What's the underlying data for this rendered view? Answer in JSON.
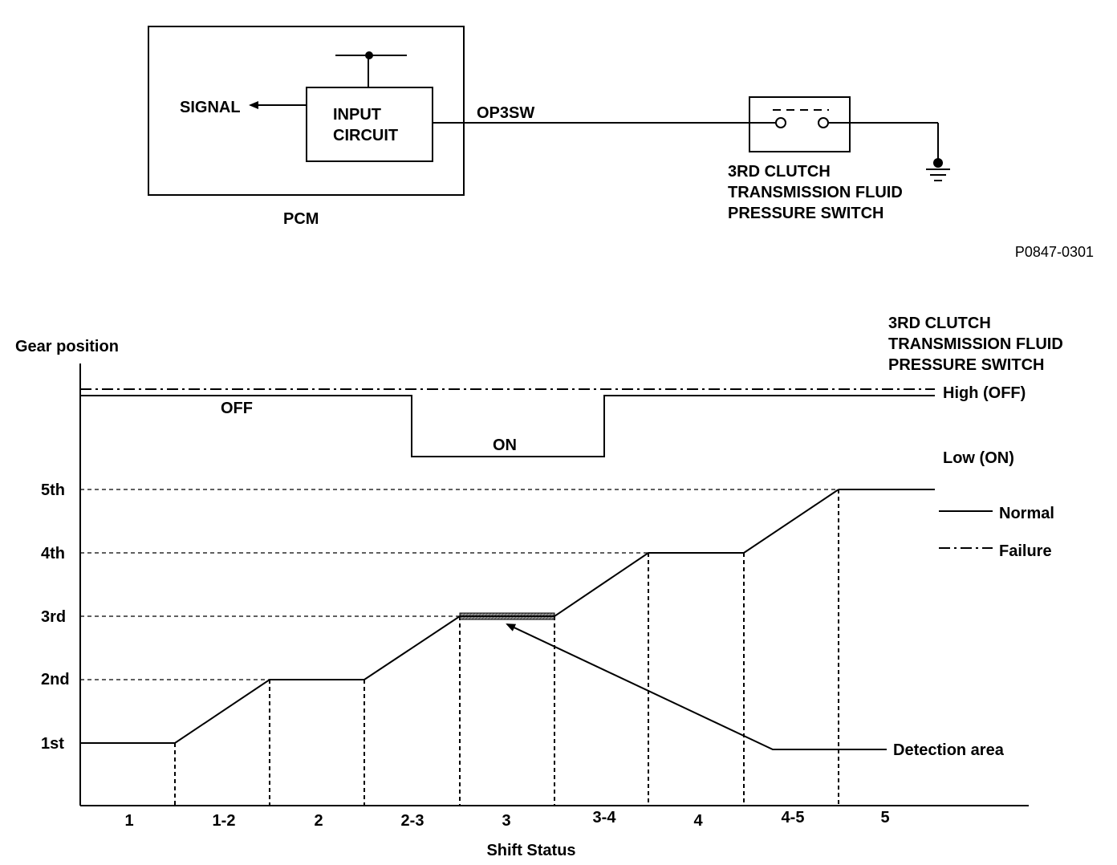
{
  "circuit": {
    "signal_label": "SIGNAL",
    "input_circuit_line1": "INPUT",
    "input_circuit_line2": "CIRCUIT",
    "pcm_label": "PCM",
    "wire_label": "OP3SW",
    "switch_label_line1": "3RD CLUTCH",
    "switch_label_line2": "TRANSMISSION FLUID",
    "switch_label_line3": "PRESSURE SWITCH",
    "figure_code": "P0847-0301"
  },
  "timing": {
    "y_axis_title": "Gear position",
    "x_axis_title": "Shift Status",
    "switch_title_line1": "3RD CLUTCH",
    "switch_title_line2": "TRANSMISSION FLUID",
    "switch_title_line3": "PRESSURE SWITCH",
    "high_label": "High (OFF)",
    "low_label": "Low (ON)",
    "off_label": "OFF",
    "on_label": "ON",
    "legend_normal": "Normal",
    "legend_failure": "Failure",
    "detection_label": "Detection area",
    "gear_labels": [
      "1st",
      "2nd",
      "3rd",
      "4th",
      "5th"
    ],
    "shift_labels": [
      "1",
      "1-2",
      "2",
      "2-3",
      "3",
      "3-4",
      "4",
      "4-5",
      "5"
    ]
  }
}
